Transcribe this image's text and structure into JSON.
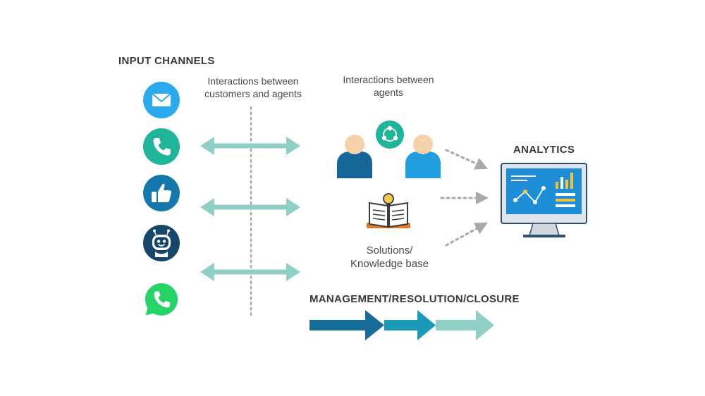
{
  "headings": {
    "input_channels": "INPUT CHANNELS",
    "analytics": "ANALYTICS",
    "flow": "MANAGEMENT/RESOLUTION/CLOSURE"
  },
  "captions": {
    "customer_agent": [
      "Interactions between",
      "customers and agents"
    ],
    "agent_agent": [
      "Interactions between",
      "agents"
    ],
    "knowledge": [
      "Solutions/",
      "Knowledge base"
    ]
  },
  "channels": [
    {
      "icon": "email-icon",
      "color": "#2aaaee"
    },
    {
      "icon": "phone-icon",
      "color": "#1fb59b"
    },
    {
      "icon": "thumbs-up-icon",
      "color": "#1478ad"
    },
    {
      "icon": "chatbot-icon",
      "color": "#17466b"
    },
    {
      "icon": "whatsapp-icon",
      "color": "#25d366"
    }
  ],
  "colors": {
    "arrow_teal": "#8fcfc6",
    "flow_dark": "#176d98",
    "flow_mid": "#1a9ab8",
    "flow_light": "#8fcfc6",
    "dotted_gray": "#a9a9a9"
  }
}
